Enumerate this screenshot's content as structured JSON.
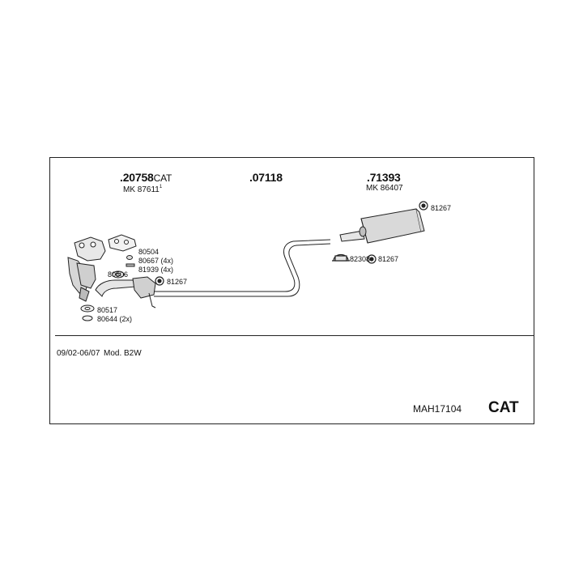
{
  "headers": {
    "part1": {
      "number": ".20758",
      "suffix": "CAT",
      "mk": "MK 87611",
      "sup": "1"
    },
    "part2": {
      "number": ".07118"
    },
    "part3": {
      "number": ".71393",
      "mk": "MK 86407"
    }
  },
  "callouts": {
    "c80504": "80504",
    "c80667": "80667 (4x)",
    "c81939": "81939 (4x)",
    "c80506": "80506",
    "c81267a": "81267",
    "c80517": "80517",
    "c80644": "80644 (2x)",
    "c81267b": "81267",
    "c82308": "82308",
    "c81267c": "81267"
  },
  "footer": {
    "date_range": "09/02-06/07",
    "model": "Mod. B2W",
    "code": "MAH17104",
    "type": "CAT"
  }
}
